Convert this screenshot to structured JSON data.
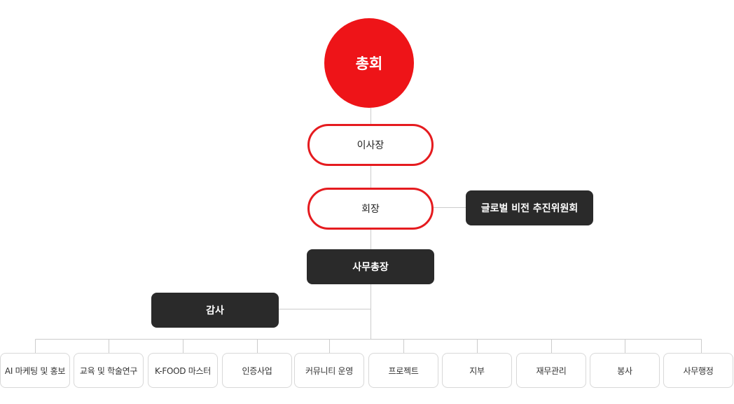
{
  "chart": {
    "general_assembly": "총회",
    "chairman_of_board": "이사장",
    "president": "회장",
    "global_vision_committee": "글로벌 비전 추진위원회",
    "secretary_general": "사무총장",
    "audit": "감사",
    "departments": [
      "AI 마케팅 및 홍보",
      "교육 및 학술연구",
      "K-FOOD 마스터",
      "인증사업",
      "커뮤니티 운영",
      "프로젝트",
      "지부",
      "재무관리",
      "봉사",
      "사무행정"
    ]
  },
  "colors": {
    "accent_red": "#ee1418",
    "dark_box": "#2a2a2a",
    "line": "#cccccc"
  }
}
